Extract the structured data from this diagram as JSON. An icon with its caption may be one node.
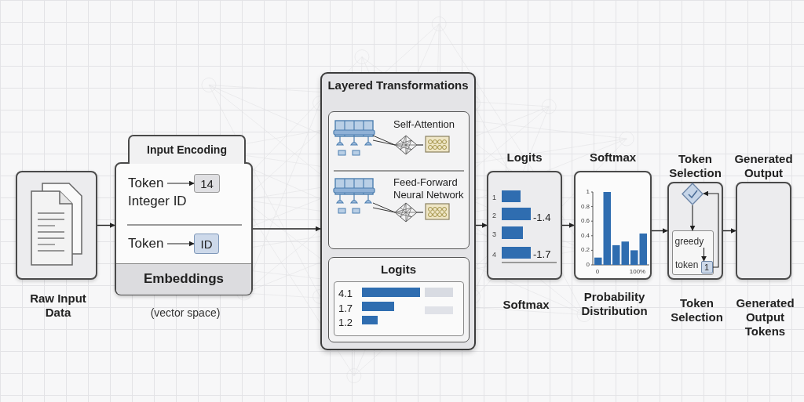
{
  "diagram": {
    "nodes": [
      {
        "text": [],
        "shape": "picture",
        "beside": [
          "Raw Input Data"
        ]
      },
      {
        "text": [
          "Input Encoding",
          "Integer ID",
          "Embeddings"
        ],
        "beside": [
          "(vector space)"
        ]
      },
      {
        "text": [
          "Token"
        ],
        "in": 1
      },
      {
        "text": [
          "14"
        ],
        "in": 1
      },
      {
        "text": [
          "Token"
        ],
        "in": 1
      },
      {
        "text": [
          "ID"
        ],
        "in": 1
      },
      {
        "text": [
          "Layered Transformations"
        ]
      },
      {
        "text": [
          "Self-Attention",
          "Feed-Forward Neural Network"
        ],
        "in": 6
      },
      {
        "text": [
          "Logits",
          "4.1",
          "1.7",
          "1.2"
        ],
        "in": 6
      },
      {
        "text": [
          "Logits",
          "1",
          "2",
          "-1.4",
          "3",
          "4",
          "-1.7"
        ],
        "beside": [
          "Softmax"
        ]
      },
      {
        "text": [
          "Softmax",
          "1",
          "0.8",
          "0.6",
          "0.4",
          "0.2",
          "0",
          "0",
          "100%"
        ],
        "beside": [
          "Probability Distribution"
        ]
      },
      {
        "text": [
          "Token Selection"
        ],
        "beside": [
          "Token Selection"
        ]
      },
      {
        "text": [],
        "shape": "diamond",
        "in": 11
      },
      {
        "text": [
          "token"
        ],
        "in": 11
      },
      {
        "text": [
          "greedy"
        ],
        "in": 13
      },
      {
        "text": [
          "1"
        ],
        "in": 13
      },
      {
        "text": [
          "Generated Output"
        ],
        "beside": [
          "Generated Output Tokens"
        ]
      }
    ],
    "edges": [
      {
        "from": 0,
        "to": 1,
        "arrow": "to"
      },
      {
        "from": 1,
        "to": 6,
        "arrow": "to"
      },
      {
        "from": 6,
        "to": 9,
        "arrow": "to"
      },
      {
        "from": 9,
        "to": 10,
        "arrow": "to"
      },
      {
        "from": 10,
        "to": 11,
        "arrow": "to"
      },
      {
        "from": 11,
        "to": 16,
        "arrow": "to"
      },
      {
        "from": 2,
        "to": 3,
        "arrow": "to"
      },
      {
        "from": 4,
        "to": 5,
        "arrow": "to"
      },
      {
        "from": 12,
        "to": 13,
        "arrow": "to"
      },
      {
        "from": 14,
        "to": 15,
        "arrow": "to"
      },
      {
        "from": 15,
        "to": 12,
        "arrow": "to"
      }
    ]
  }
}
